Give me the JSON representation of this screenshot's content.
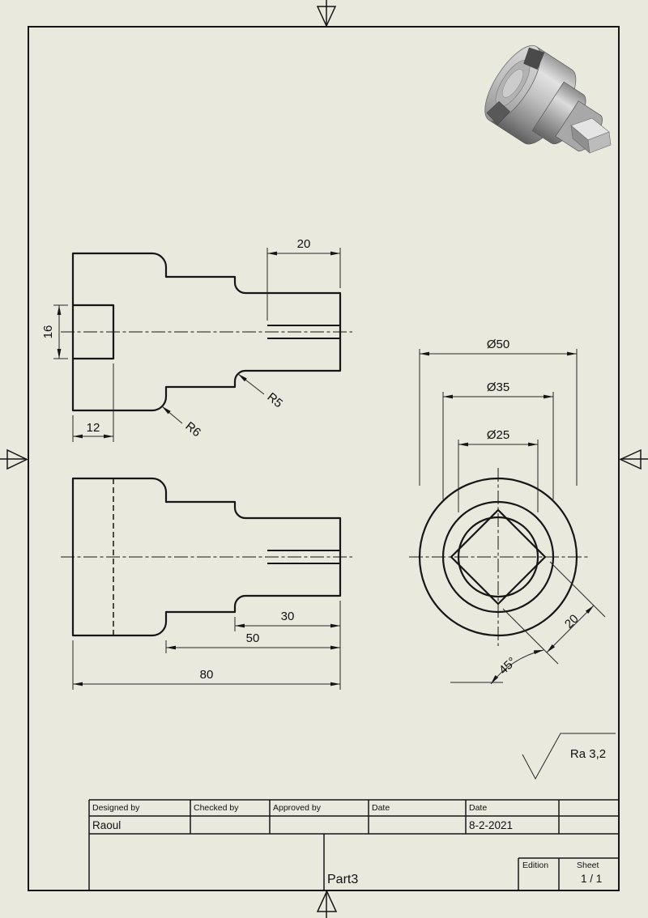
{
  "colors": {
    "background": "#e9e9dd",
    "line": "#161616"
  },
  "views": {
    "side_top": {
      "dim_20": "20",
      "dim_16": "16",
      "dim_12": "12",
      "radius_6": "R6",
      "radius_5": "R5"
    },
    "side_bottom": {
      "dim_30": "30",
      "dim_50": "50",
      "dim_80": "80"
    },
    "front": {
      "dia_50": "Ø50",
      "dia_35": "Ø35",
      "dia_25": "Ø25",
      "angle_45": "45°",
      "dim_20": "20"
    },
    "surface_finish": {
      "label": "Ra 3,2"
    }
  },
  "title_block": {
    "designed_by_label": "Designed by",
    "designed_by_value": "Raoul",
    "checked_by_label": "Checked by",
    "approved_by_label": "Approved by",
    "date_label_1": "Date",
    "date_label_2": "Date",
    "date_value": "8-2-2021",
    "part_name": "Part3",
    "edition_label": "Edition",
    "sheet_label": "Sheet",
    "sheet_value": "1 / 1"
  }
}
